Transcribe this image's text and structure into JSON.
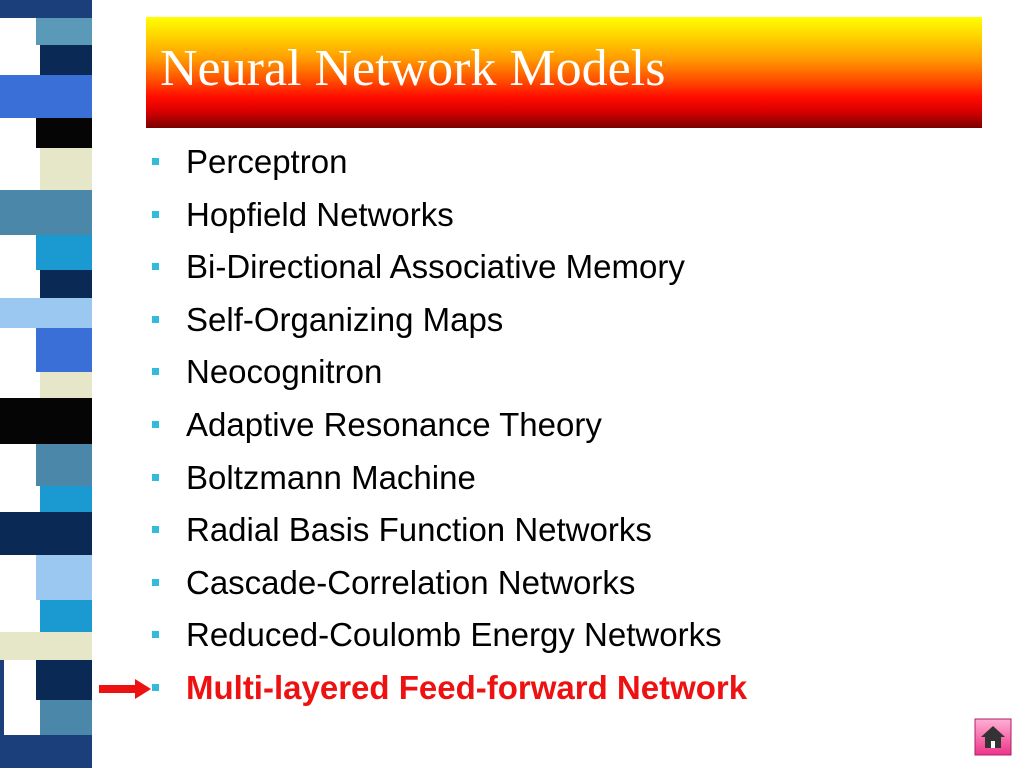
{
  "slide": {
    "title": "Neural Network Models",
    "bullets": [
      "Perceptron",
      "Hopfield Networks",
      "Bi-Directional Associative Memory",
      "Self-Organizing Maps",
      "Neocognitron",
      "Adaptive Resonance Theory",
      "Boltzmann Machine",
      "Radial Basis Function Networks",
      "Cascade-Correlation Networks",
      "Reduced-Coulomb Energy Networks",
      "Multi-layered Feed-forward Network"
    ],
    "highlighted_bullet_index": 10
  },
  "colors": {
    "title_text": "#ffffff",
    "bullet_marker": "#33bbdd",
    "highlight_text": "#ee1111",
    "arrow": "#ee1111",
    "home_button": "#ff66aa"
  },
  "icons": {
    "pointer": "right-arrow-icon",
    "home": "home-icon"
  }
}
